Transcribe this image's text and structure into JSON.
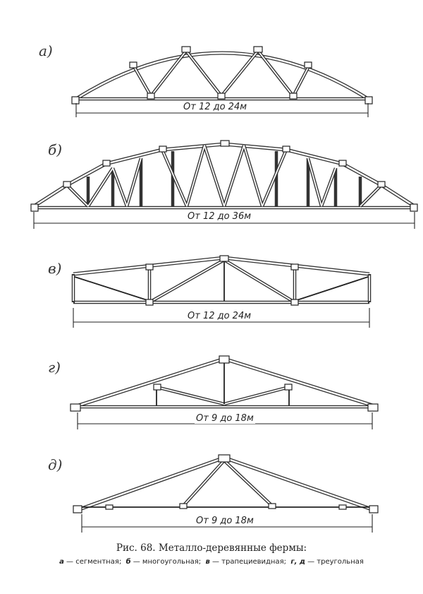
{
  "figure": {
    "caption": "Рис. 68. Металло-деревянные фермы:",
    "legend": [
      {
        "key": "а",
        "text": "сегментная;"
      },
      {
        "key": "б",
        "text": "многоугольная;"
      },
      {
        "key": "в",
        "text": "трапециевидная;"
      },
      {
        "key": "г, д",
        "text": "треугольная"
      }
    ]
  },
  "trusses": [
    {
      "label": "а)",
      "span": "От 12 до 24м"
    },
    {
      "label": "б)",
      "span": "От 12 до 36м"
    },
    {
      "label": "в)",
      "span": "От 12 до 24м"
    },
    {
      "label": "г)",
      "span": "От 9 до 18м"
    },
    {
      "label": "д)",
      "span": "От 9 до 18м"
    }
  ]
}
